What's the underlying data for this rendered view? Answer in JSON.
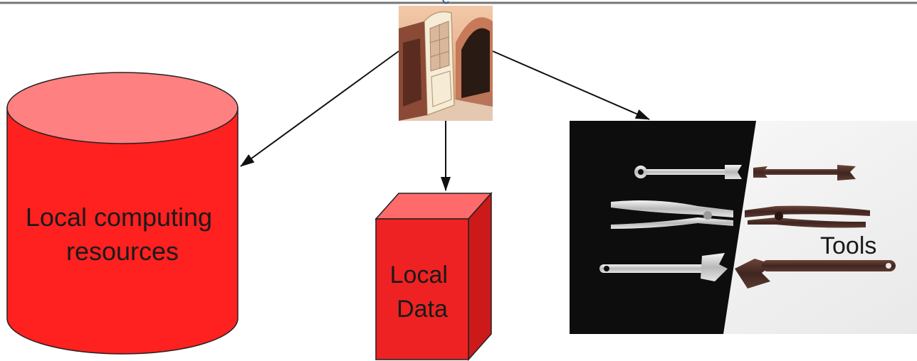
{
  "nodes": {
    "cylinder": {
      "label_lines": [
        "Local computing",
        "resources"
      ],
      "fill": "#ff2020",
      "top_fill": "#ff8080"
    },
    "box": {
      "label_lines": [
        "Local",
        "Data"
      ],
      "front_fill": "#ee2222",
      "top_fill": "#ff6a6a",
      "side_fill": "#cc1a1a"
    },
    "tools": {
      "label": "Tools"
    }
  },
  "icons": {
    "door": "door-icon",
    "tools_photo": "tools-photo"
  },
  "colors": {
    "header_line": "#777777",
    "arrow": "#111111"
  }
}
